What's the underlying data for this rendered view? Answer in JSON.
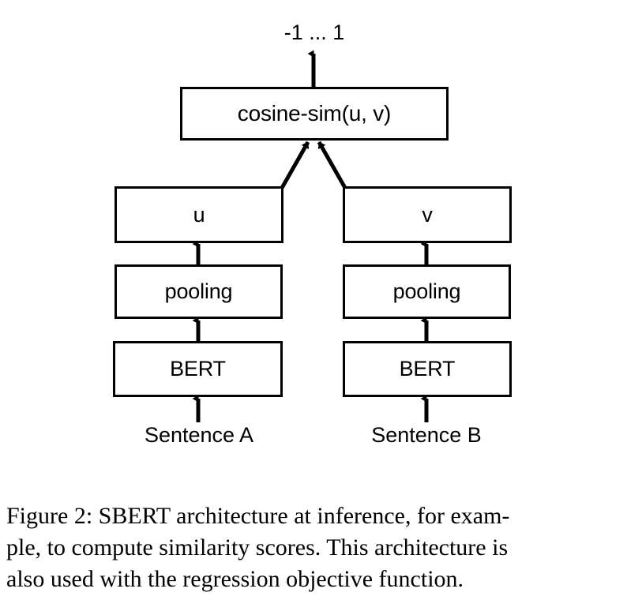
{
  "figure": {
    "id": "figure-2",
    "output_label": "-1 ... 1",
    "nodes": {
      "cosine_sim": "cosine-sim(u, v)",
      "u": "u",
      "v": "v",
      "pooling_left": "pooling",
      "pooling_right": "pooling",
      "bert_left": "BERT",
      "bert_right": "BERT"
    },
    "inputs": {
      "sentence_a": "Sentence A",
      "sentence_b": "Sentence B"
    },
    "edges": [
      {
        "name": "bert-left-to-pooling-left",
        "from": "BERT",
        "to": "pooling",
        "style": "arrow-up"
      },
      {
        "name": "bert-right-to-pooling-right",
        "from": "BERT",
        "to": "pooling",
        "style": "arrow-up"
      },
      {
        "name": "pooling-left-to-u",
        "from": "pooling",
        "to": "u",
        "style": "arrow-up"
      },
      {
        "name": "pooling-right-to-v",
        "from": "pooling",
        "to": "v",
        "style": "arrow-up"
      },
      {
        "name": "u-to-cosine-sim",
        "from": "u",
        "to": "cosine-sim(u, v)",
        "style": "arrow-diagonal"
      },
      {
        "name": "v-to-cosine-sim",
        "from": "v",
        "to": "cosine-sim(u, v)",
        "style": "arrow-diagonal"
      },
      {
        "name": "cosine-sim-to-output",
        "from": "cosine-sim(u, v)",
        "to": "-1 ... 1",
        "style": "arrow-up"
      },
      {
        "name": "sentence-a-to-bert-left",
        "from": "Sentence A",
        "to": "BERT",
        "style": "arrow-up"
      },
      {
        "name": "sentence-b-to-bert-right",
        "from": "Sentence B",
        "to": "BERT",
        "style": "arrow-up"
      }
    ],
    "colors": {
      "stroke": "#000000",
      "fill": "#ffffff",
      "background": "#ffffff"
    }
  },
  "caption": {
    "full": "Figure 2: SBERT architecture at inference, for example, to compute similarity scores. This architecture is also used with the regression objective function.",
    "lines": [
      "Figure 2:  SBERT architecture at inference, for exam-",
      "ple, to compute similarity scores.  This architecture is",
      "also used with the regression objective function."
    ]
  }
}
